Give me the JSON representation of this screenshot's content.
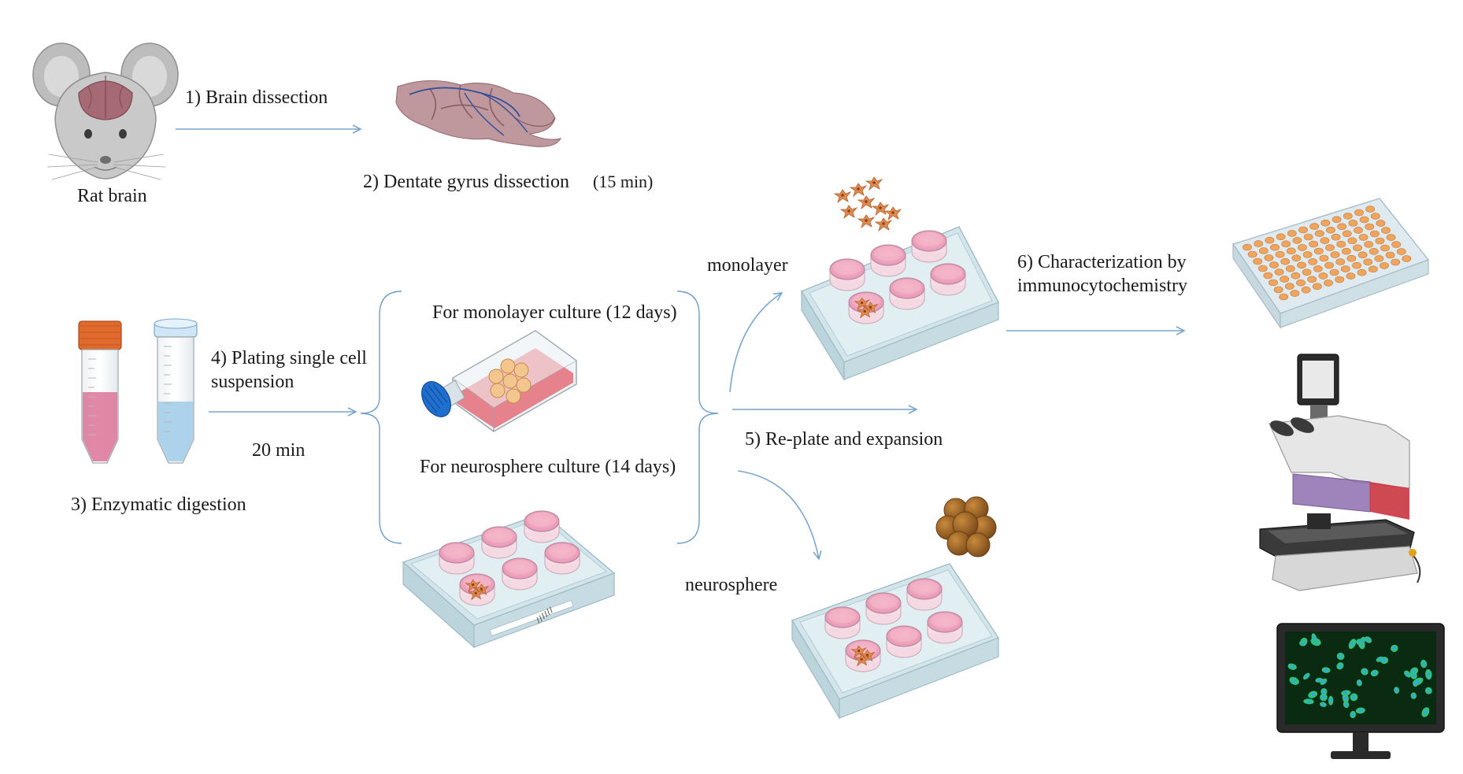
{
  "steps": {
    "rat_brain": "Rat brain",
    "step1": "1) Brain dissection",
    "step2": "2)  Dentate gyrus dissection",
    "step2_time": "(15  min)",
    "step3": "3) Enzymatic digestion",
    "step4_line1": "4) Plating single cell",
    "step4_line2": "suspension",
    "step4_time": "20 min",
    "monolayer_culture": "For monolayer culture (12 days)",
    "neurosphere_culture": "For neurosphere culture (14 days)",
    "monolayer": "monolayer",
    "neurosphere": "neurosphere",
    "step5": "5) Re-plate and expansion",
    "step6_line1": "6) Characterization by",
    "step6_line2": "immunocytochemistry"
  },
  "colors": {
    "arrow": "#7aa6cc",
    "bracket": "#6f9ec8",
    "tube_cap": "#e06a2c",
    "tube_liquid_pink": "#dd7b9c",
    "tube_liquid_blue": "#a9d0ea",
    "well_pink": "#f1a9c0",
    "plate": "#d6e8ee",
    "brain": "#b98f96",
    "cells": "#e08a50",
    "sphere": "#a0642a",
    "microplate_well": "#f0a55f",
    "monitor_screen": "#0b2a12",
    "monitor_cells": "#2ec27e"
  },
  "icons": [
    "rat-head-icon",
    "brain-icon",
    "conical-tube-icon",
    "culture-flask-icon",
    "six-well-plate-icon",
    "adherent-cells-icon",
    "neurosphere-icon",
    "microplate-96-icon",
    "microscope-icon",
    "monitor-icon"
  ]
}
